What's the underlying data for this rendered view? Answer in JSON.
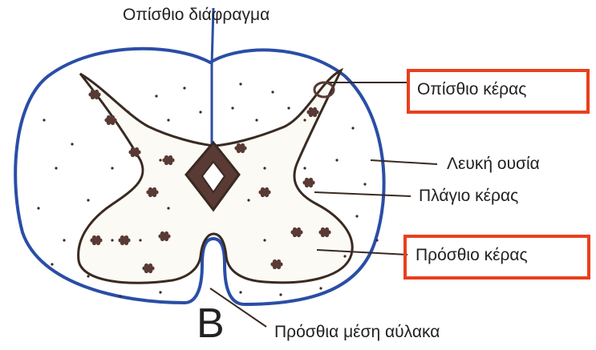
{
  "diagram": {
    "panel_letter": "B",
    "labels": {
      "posterior_septum": "Οπίσθιο διάφραγμα",
      "posterior_horn": "Οπίσθιο κέρας",
      "white_matter": "Λευκή ουσία",
      "lateral_horn": "Πλάγιο κέρας",
      "anterior_horn": "Πρόσθιο κέρας",
      "anterior_fissure": "Πρόσθια μέση αύλακα"
    },
    "colors": {
      "outline": "#2a4ea6",
      "highlight_box": "#e8401c",
      "ink": "#3a2a22",
      "spots": "#5a3a34"
    }
  }
}
